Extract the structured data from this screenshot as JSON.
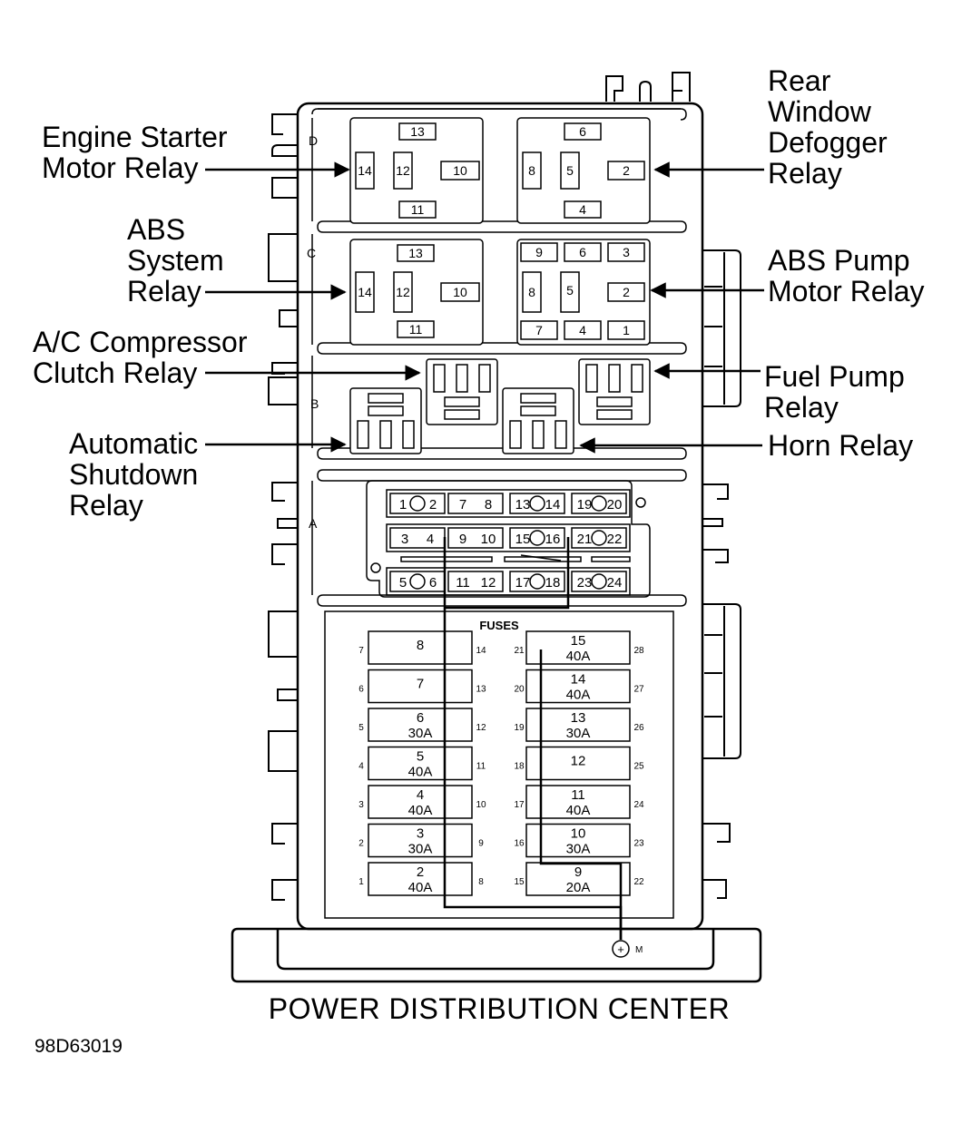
{
  "title": "POWER DISTRIBUTION CENTER",
  "figure_id": "98D63019",
  "callouts": {
    "engine_starter": "Engine Starter\nMotor Relay",
    "rear_window": "Rear\nWindow\nDefogger\nRelay",
    "abs_system": "ABS\nSystem\nRelay",
    "abs_pump": "ABS Pump\nMotor Relay",
    "ac_clutch": "A/C Compressor\nClutch Relay",
    "fuel_pump": "Fuel Pump\nRelay",
    "asd": "Automatic\nShutdown\nRelay",
    "horn": "Horn Relay"
  },
  "rows": {
    "d": "D",
    "c": "C",
    "b": "B",
    "a": "A"
  },
  "relay_d_left": {
    "top": "13",
    "left": "14",
    "mid": "12",
    "right": "10",
    "bottom": "11"
  },
  "relay_d_right": {
    "top": "6",
    "left": "8",
    "mid": "5",
    "right": "2",
    "bottom": "4"
  },
  "relay_c_left": {
    "top": "13",
    "left": "14",
    "mid": "12",
    "right": "10",
    "bottom": "11"
  },
  "relay_c_right": {
    "t1": "9",
    "t2": "6",
    "t3": "3",
    "left": "8",
    "mid": "5",
    "right": "2",
    "b1": "7",
    "b2": "4",
    "b3": "1"
  },
  "mini_fuse_rows": [
    [
      [
        "1",
        "2"
      ],
      [
        "7",
        "8"
      ],
      [
        "13",
        "14"
      ],
      [
        "19",
        "20"
      ]
    ],
    [
      [
        "3",
        "4"
      ],
      [
        "9",
        "10"
      ],
      [
        "15",
        "16"
      ],
      [
        "21",
        "22"
      ]
    ],
    [
      [
        "5",
        "6"
      ],
      [
        "11",
        "12"
      ],
      [
        "17",
        "18"
      ],
      [
        "23",
        "24"
      ]
    ]
  ],
  "fuses_label": "FUSES",
  "maxi_left": [
    {
      "num": "8",
      "amp": "",
      "l": "7",
      "r": "14"
    },
    {
      "num": "7",
      "amp": "",
      "l": "6",
      "r": "13"
    },
    {
      "num": "6",
      "amp": "30A",
      "l": "5",
      "r": "12"
    },
    {
      "num": "5",
      "amp": "40A",
      "l": "4",
      "r": "11"
    },
    {
      "num": "4",
      "amp": "40A",
      "l": "3",
      "r": "10"
    },
    {
      "num": "3",
      "amp": "30A",
      "l": "2",
      "r": "9"
    },
    {
      "num": "2",
      "amp": "40A",
      "l": "1",
      "r": "8"
    }
  ],
  "maxi_right": [
    {
      "num": "15",
      "amp": "40A",
      "l": "21",
      "r": "28"
    },
    {
      "num": "14",
      "amp": "40A",
      "l": "20",
      "r": "27"
    },
    {
      "num": "13",
      "amp": "30A",
      "l": "19",
      "r": "26"
    },
    {
      "num": "12",
      "amp": "",
      "l": "18",
      "r": "25"
    },
    {
      "num": "11",
      "amp": "40A",
      "l": "17",
      "r": "24"
    },
    {
      "num": "10",
      "amp": "30A",
      "l": "16",
      "r": "23"
    },
    {
      "num": "9",
      "amp": "20A",
      "l": "15",
      "r": "22"
    }
  ],
  "terminal_label": "M"
}
